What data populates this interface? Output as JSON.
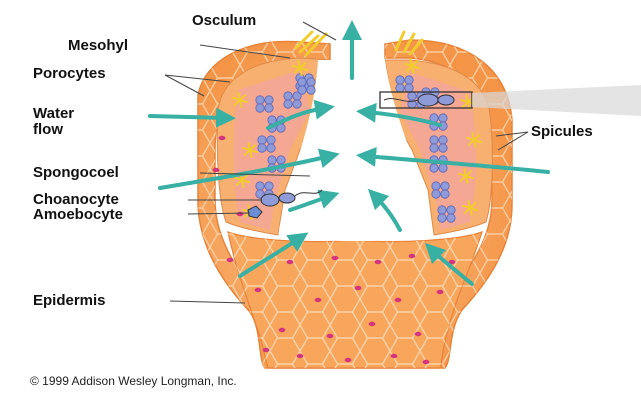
{
  "diagram": {
    "labels": {
      "osculum": "Osculum",
      "mesohyl": "Mesohyl",
      "porocytes": "Porocytes",
      "water_flow_line1": "Water",
      "water_flow_line2": "flow",
      "spongocoel": "Spongocoel",
      "choanocyte": "Choanocyte",
      "amoebocyte": "Amoebocyte",
      "epidermis": "Epidermis",
      "spicules": "Spicules"
    },
    "copyright": "© 1999 Addison Wesley Longman, Inc.",
    "colors": {
      "body_outer": "#f6a05a",
      "body_inner": "#f9be86",
      "hex_cell_line": "#fbd2a8",
      "pore_dot": "#d4357c",
      "wall_pink": "#f3a0b0",
      "choanocyte_blue": "#8f9ad8",
      "spicule_yellow": "#f2cc2c",
      "water_arrow": "#38b0a4",
      "label_line": "#444444"
    }
  }
}
